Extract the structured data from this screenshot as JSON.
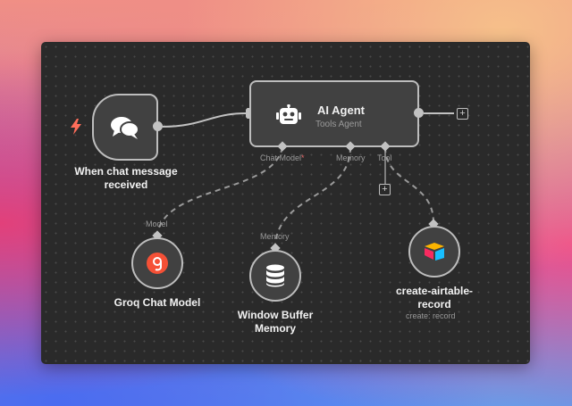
{
  "colors": {
    "canvas_bg": "#2a2a2a",
    "node_bg": "#414141",
    "node_border": "#bdbdbd",
    "connector": "#c2c2c2",
    "trigger_bolt": "#ff6d5a",
    "groq_orange": "#f55036",
    "airtable_yellow": "#fcb400",
    "airtable_blue": "#18bfff",
    "airtable_red": "#f82b60"
  },
  "nodes": {
    "trigger": {
      "label": "When chat message received",
      "icon": "chat-bubbles-icon"
    },
    "agent": {
      "title": "AI Agent",
      "subtitle": "Tools Agent",
      "icon": "robot-icon"
    },
    "groq": {
      "label": "Groq Chat Model",
      "input_label": "Model",
      "icon": "groq-icon"
    },
    "memory": {
      "label": "Window Buffer Memory",
      "input_label": "Memory",
      "icon": "database-icon"
    },
    "airtable": {
      "label": "create-airtable-record",
      "subtitle": "create: record",
      "icon": "airtable-icon"
    }
  },
  "agent_ports": {
    "chat_model": "Chat Model",
    "chat_model_required": "*",
    "memory": "Memory",
    "tool": "Tool"
  },
  "add_buttons": {
    "symbol": "+"
  }
}
